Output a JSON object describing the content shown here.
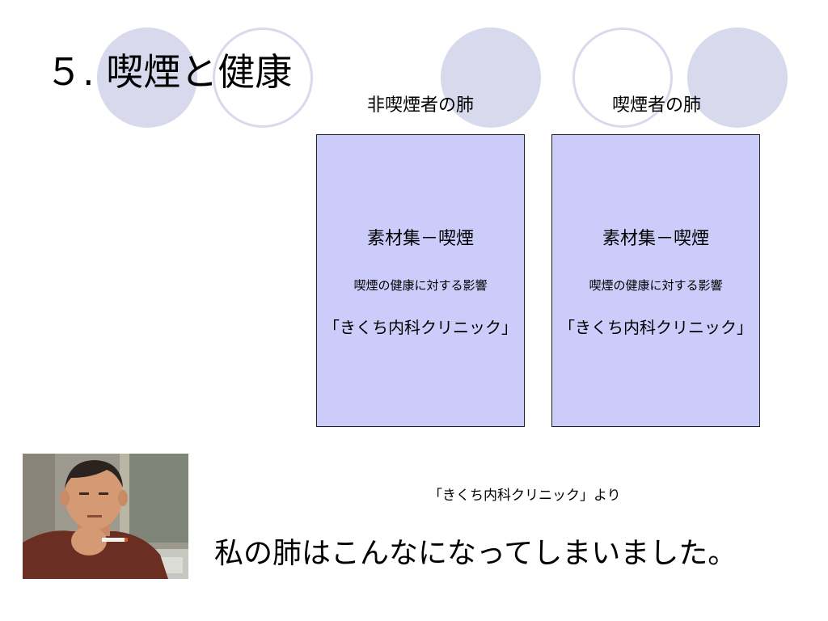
{
  "slide": {
    "title": "５. 喫煙と健康",
    "columns": [
      {
        "label": "非喫煙者の肺",
        "placeholder_title": "素材集－喫煙",
        "placeholder_subtitle": "喫煙の健康に対する影響",
        "placeholder_source": "「きくち内科クリニック」"
      },
      {
        "label": "喫煙者の肺",
        "placeholder_title": "素材集－喫煙",
        "placeholder_subtitle": "喫煙の健康に対する影響",
        "placeholder_source": "「きくち内科クリニック」"
      }
    ],
    "attribution": "「きくち内科クリニック」より",
    "caption": "私の肺はこんなになってしまいました。"
  },
  "colors": {
    "circle": "#d9d9ee",
    "placeholder_fill": "#ccccfb",
    "placeholder_border": "#222222"
  }
}
